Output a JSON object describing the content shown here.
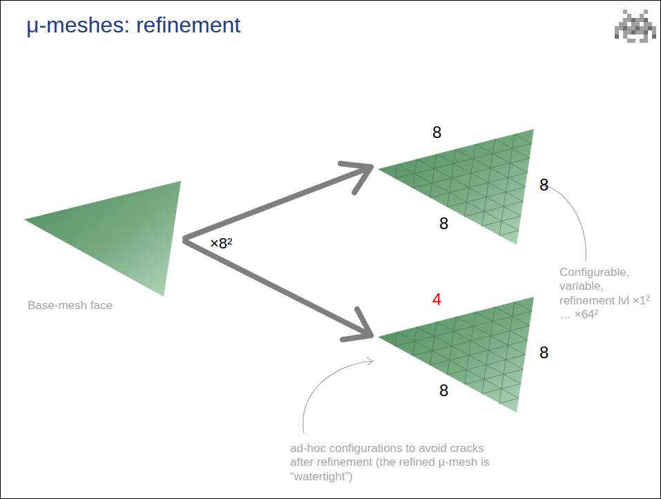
{
  "diagram": {
    "title": "μ-meshes: refinement",
    "labels": [
      "8",
      "8",
      "8",
      "Configurable, variable, refinement lvl ×1² … ×64²",
      "×8²",
      "Base-mesh face",
      "4",
      "8",
      "8",
      "ad-hoc configurations to avoid cracks after refinement (the refined μ-mesh is “watertight”)"
    ]
  }
}
